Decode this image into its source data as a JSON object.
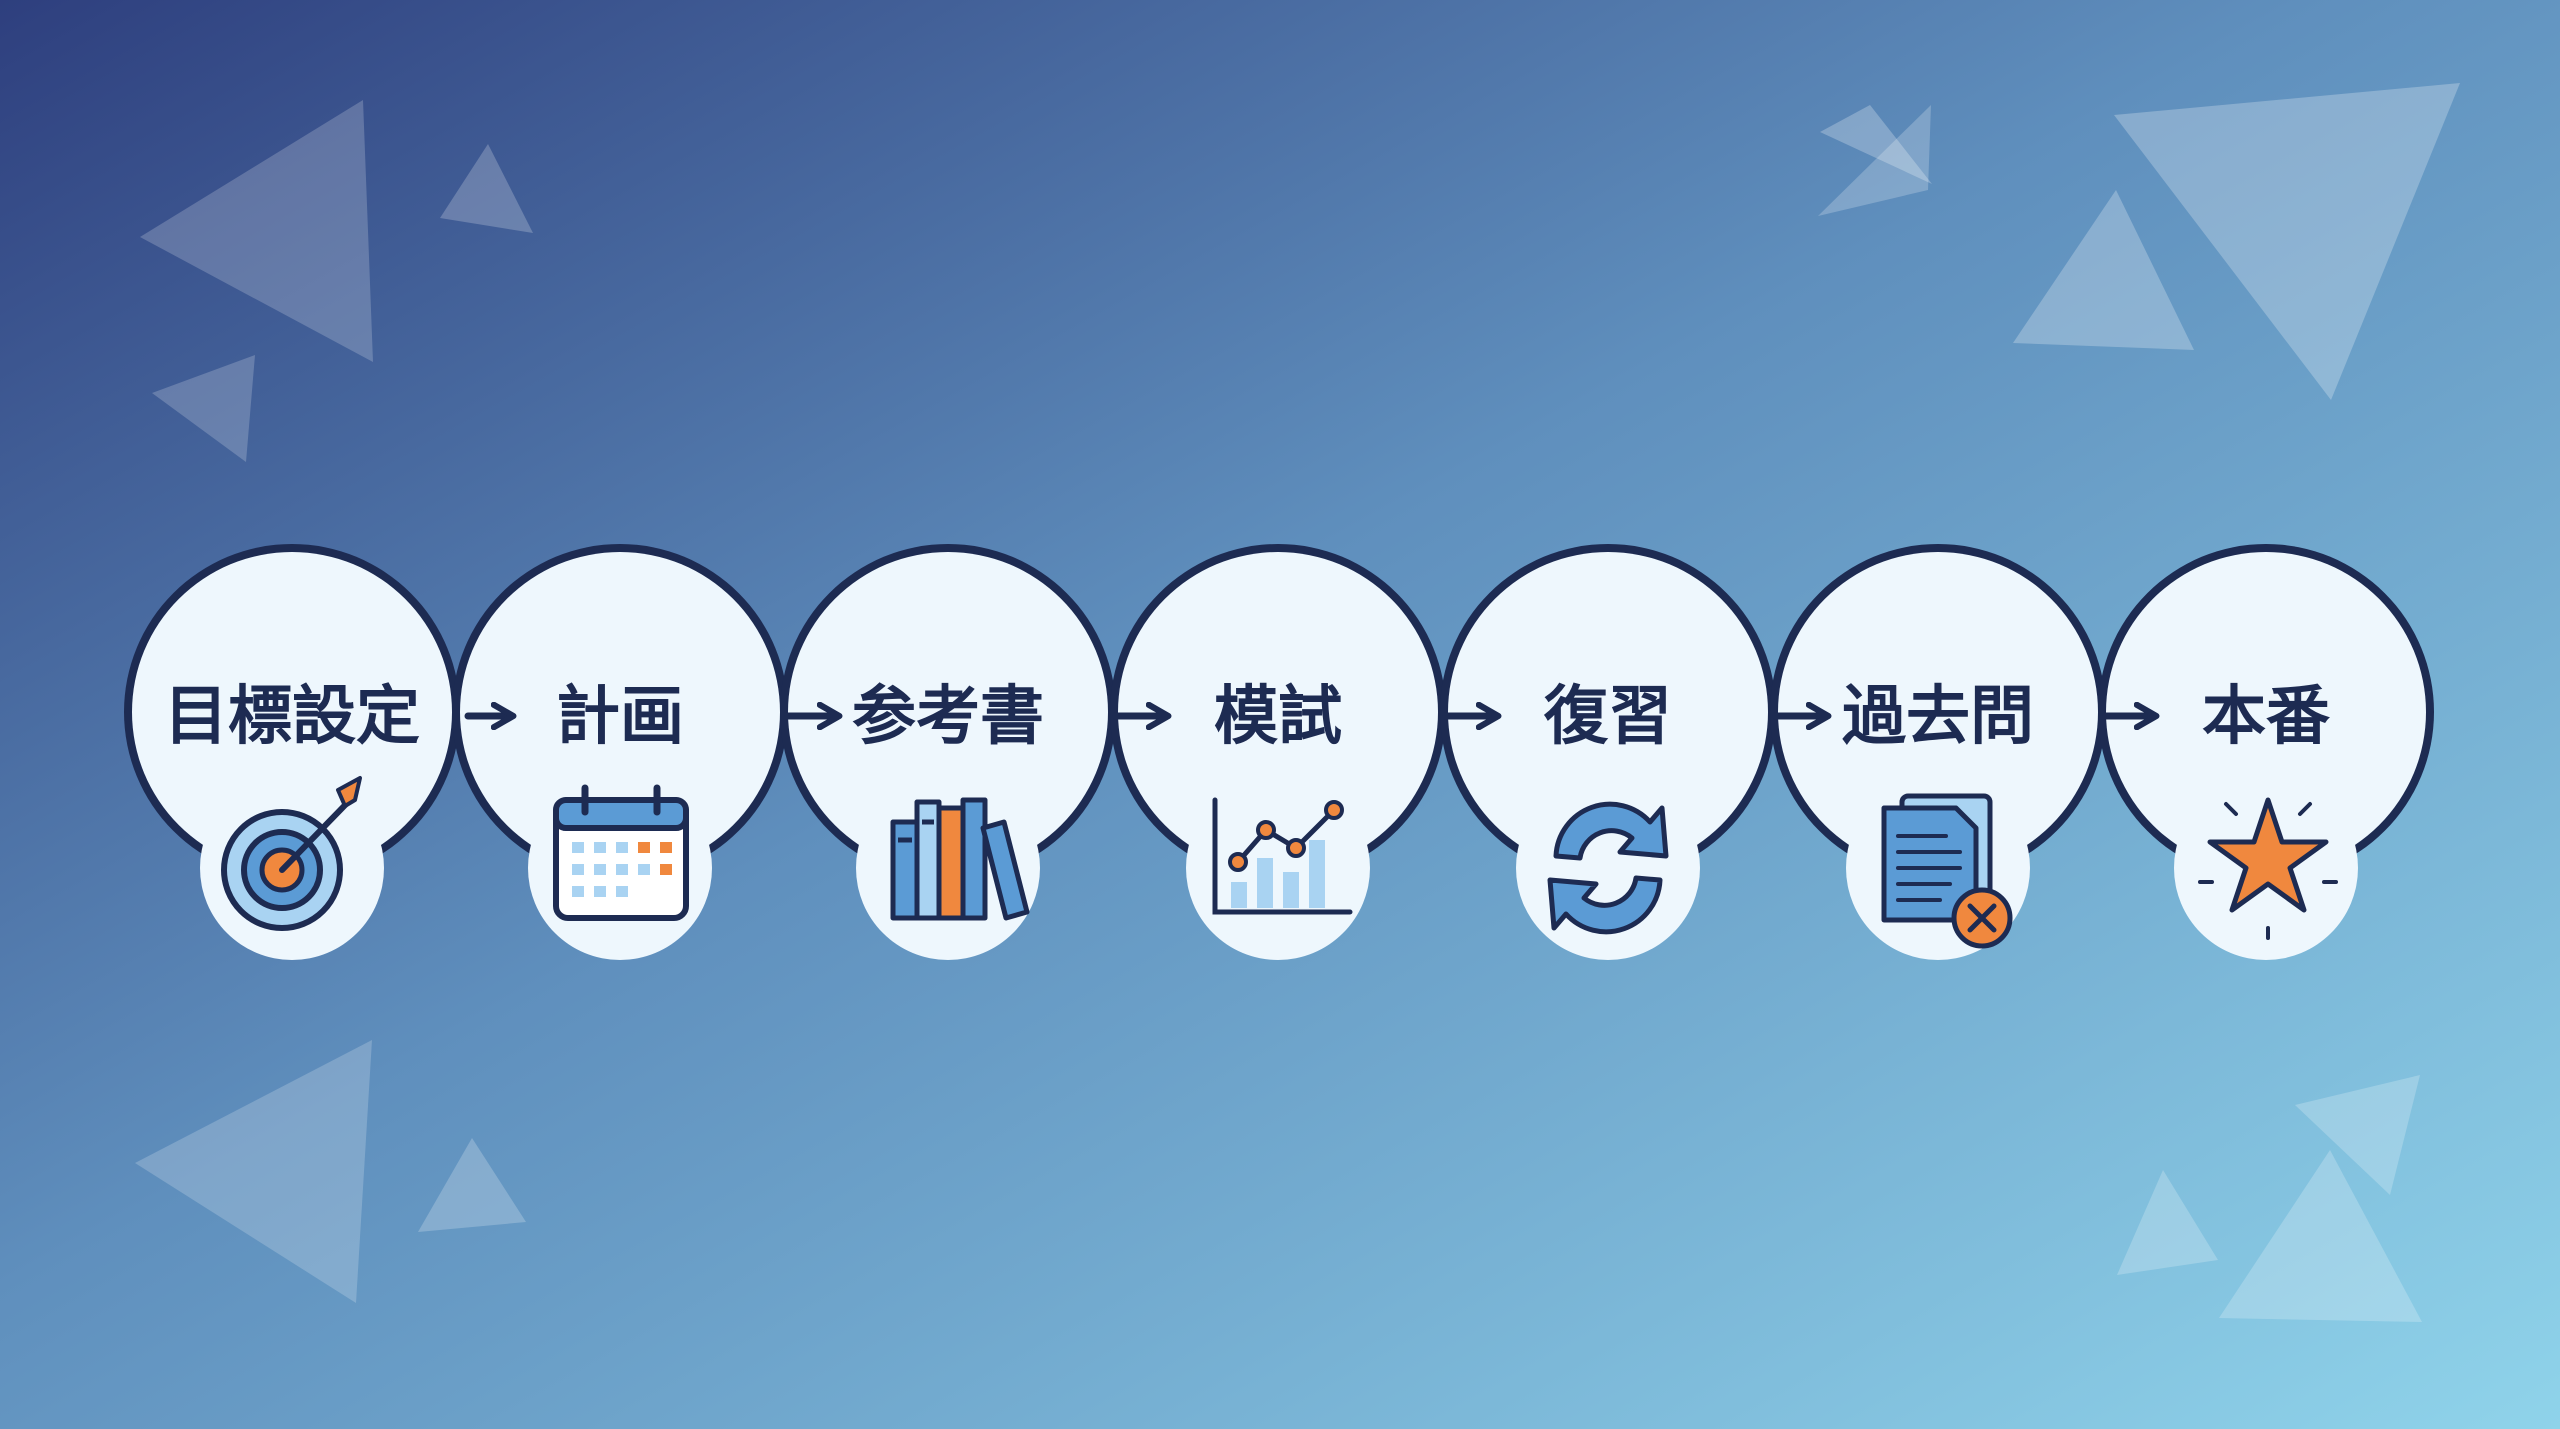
{
  "colors": {
    "bg_top_left": "#2e3f7e",
    "bg_bottom_right": "#8fd3ea",
    "circle_fill": "#eef7fd",
    "circle_stroke": "#1d2b52",
    "icon_stroke": "#1d2b52",
    "icon_blue": "#5b9bd5",
    "icon_light_blue": "#a9d3f2",
    "icon_orange": "#f0883e"
  },
  "steps": [
    {
      "label": "目標設定",
      "icon": "target-icon"
    },
    {
      "label": "計画",
      "icon": "calendar-icon"
    },
    {
      "label": "参考書",
      "icon": "books-icon"
    },
    {
      "label": "模試",
      "icon": "chart-icon"
    },
    {
      "label": "復習",
      "icon": "refresh-icon"
    },
    {
      "label": "過去問",
      "icon": "documents-icon"
    },
    {
      "label": "本番",
      "icon": "star-icon"
    }
  ]
}
